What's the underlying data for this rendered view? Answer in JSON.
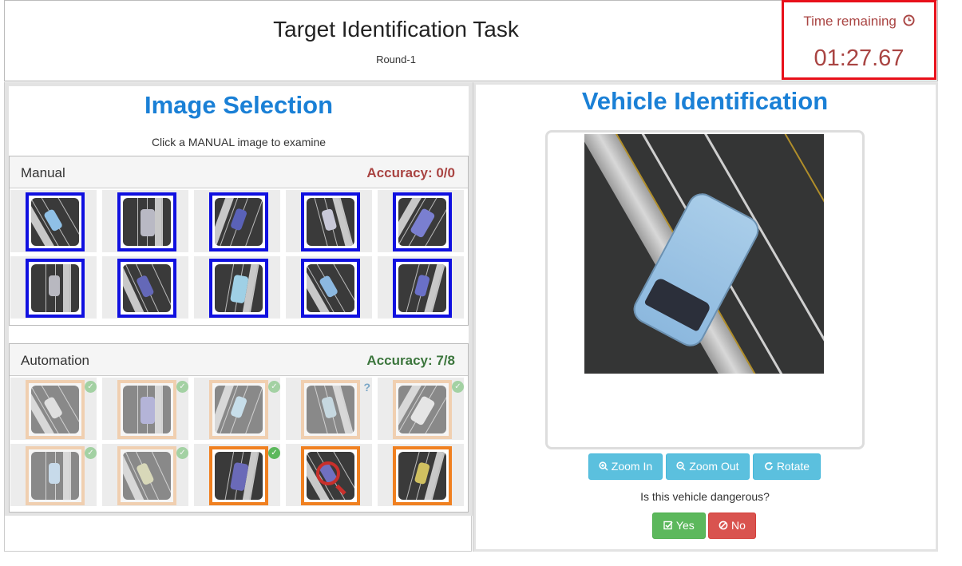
{
  "header": {
    "title": "Target Identification Task",
    "round": "Round-1"
  },
  "timer": {
    "label": "Time remaining",
    "icon": "clock-icon",
    "value": "01:27.67"
  },
  "left_panel": {
    "title": "Image Selection",
    "instruction": "Click a MANUAL image to examine",
    "manual": {
      "name": "Manual",
      "accuracy": "Accuracy: 0/0",
      "accuracy_color": "#a94442",
      "item_count": 10
    },
    "automation": {
      "name": "Automation",
      "accuracy": "Accuracy: 7/8",
      "accuracy_color": "#3c763d",
      "items": [
        {
          "status": "check"
        },
        {
          "status": "check"
        },
        {
          "status": "check"
        },
        {
          "status": "question"
        },
        {
          "status": "check"
        },
        {
          "status": "check"
        },
        {
          "status": "check"
        },
        {
          "status": "check-active"
        },
        {
          "status": "examining"
        },
        {
          "status": "pending"
        }
      ]
    }
  },
  "right_panel": {
    "title": "Vehicle Identification",
    "zoom_in": "Zoom In",
    "zoom_out": "Zoom Out",
    "rotate": "Rotate",
    "question": "Is this vehicle dangerous?",
    "yes": "Yes",
    "no": "No"
  },
  "colors": {
    "title_blue": "#1a80d6",
    "timer_border": "#e8101a",
    "timer_text": "#a94442",
    "manual_border": "#1010e0",
    "auto_border_done": "#f5b980",
    "auto_border_pending": "#f08020"
  }
}
